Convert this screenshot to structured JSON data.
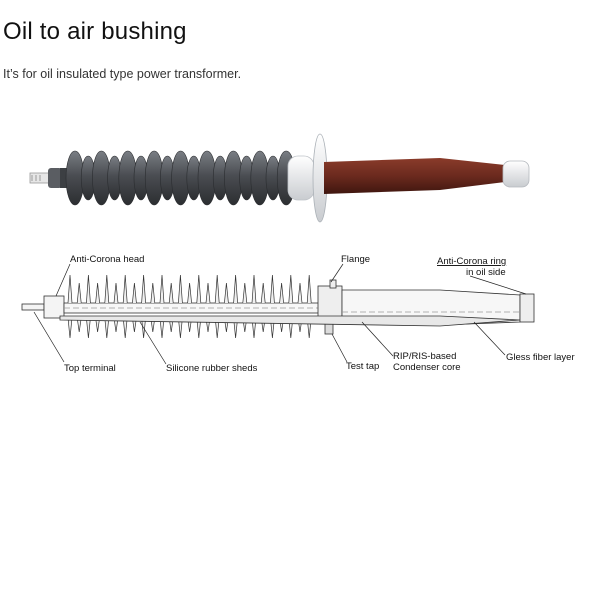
{
  "header": {
    "title": "Oil to air bushing",
    "subtitle": "It’s for oil insulated type power transformer."
  },
  "diagram": {
    "labels": {
      "anti_corona_head": "Anti-Corona head",
      "flange": "Flange",
      "anti_corona_ring_line1": "Anti-Corona ring",
      "anti_corona_ring_line2": "in oil side",
      "top_terminal": "Top terminal",
      "silicone_sheds": "Silicone rubber sheds",
      "test_tap": "Test tap",
      "condenser_core_line1": "RIP/RIS-based",
      "condenser_core_line2": "Condenser core",
      "glass_fiber_layer": "Gless fiber layer"
    },
    "colors": {
      "sheds": "#4a4d52",
      "oil_side_body": "#6b2a1e",
      "flange": "#e9ecef",
      "outline": "#333333"
    }
  }
}
